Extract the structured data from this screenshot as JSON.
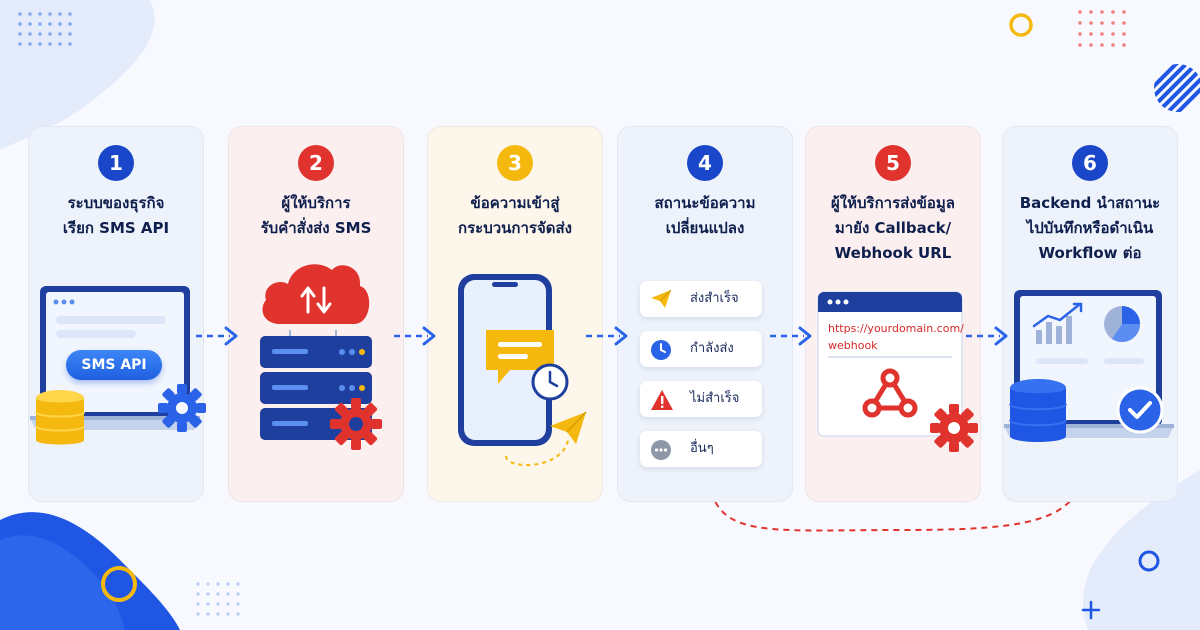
{
  "steps": [
    {
      "number": "1",
      "color": "#1a47c9",
      "card_bg": "#eef3fb",
      "title_lines": [
        "ระบบของธุรกิจ",
        "เรียก SMS API"
      ]
    },
    {
      "number": "2",
      "color": "#e0332e",
      "card_bg": "#fcefef",
      "title_lines": [
        "ผู้ให้บริการ",
        "รับคำสั่งส่ง SMS"
      ]
    },
    {
      "number": "3",
      "color": "#f5b80f",
      "card_bg": "#fdf6ea",
      "title_lines": [
        "ข้อความเข้าสู่",
        "กระบวนการจัดส่ง"
      ]
    },
    {
      "number": "4",
      "color": "#1a47c9",
      "card_bg": "#eef3fb",
      "title_lines": [
        "สถานะข้อความ",
        "เปลี่ยนแปลง"
      ]
    },
    {
      "number": "5",
      "color": "#e0332e",
      "card_bg": "#fcefef",
      "title_lines": [
        "ผู้ให้บริการส่งข้อมูล",
        "มายัง Callback/",
        "Webhook URL"
      ]
    },
    {
      "number": "6",
      "color": "#1a47c9",
      "card_bg": "#eef3fb",
      "title_lines": [
        "Backend นำสถานะ",
        "ไปบันทึกหรือดำเนิน",
        "Workflow ต่อ"
      ]
    }
  ],
  "sms_api_button": "SMS API",
  "status_list": [
    {
      "label": "ส่งสำเร็จ",
      "icon": "paper-plane-icon"
    },
    {
      "label": "กำลังส่ง",
      "icon": "clock-icon"
    },
    {
      "label": "ไม่สำเร็จ",
      "icon": "warning-icon"
    },
    {
      "label": "อื่นๆ",
      "icon": "more-dots-icon"
    }
  ],
  "webhook_url_lines": [
    "https://yourdomain.com/",
    "webhook"
  ],
  "colors": {
    "blue": "#1a47c9",
    "red": "#e0332e",
    "yellow": "#f5b80f",
    "arrow": "#2a62e8"
  }
}
